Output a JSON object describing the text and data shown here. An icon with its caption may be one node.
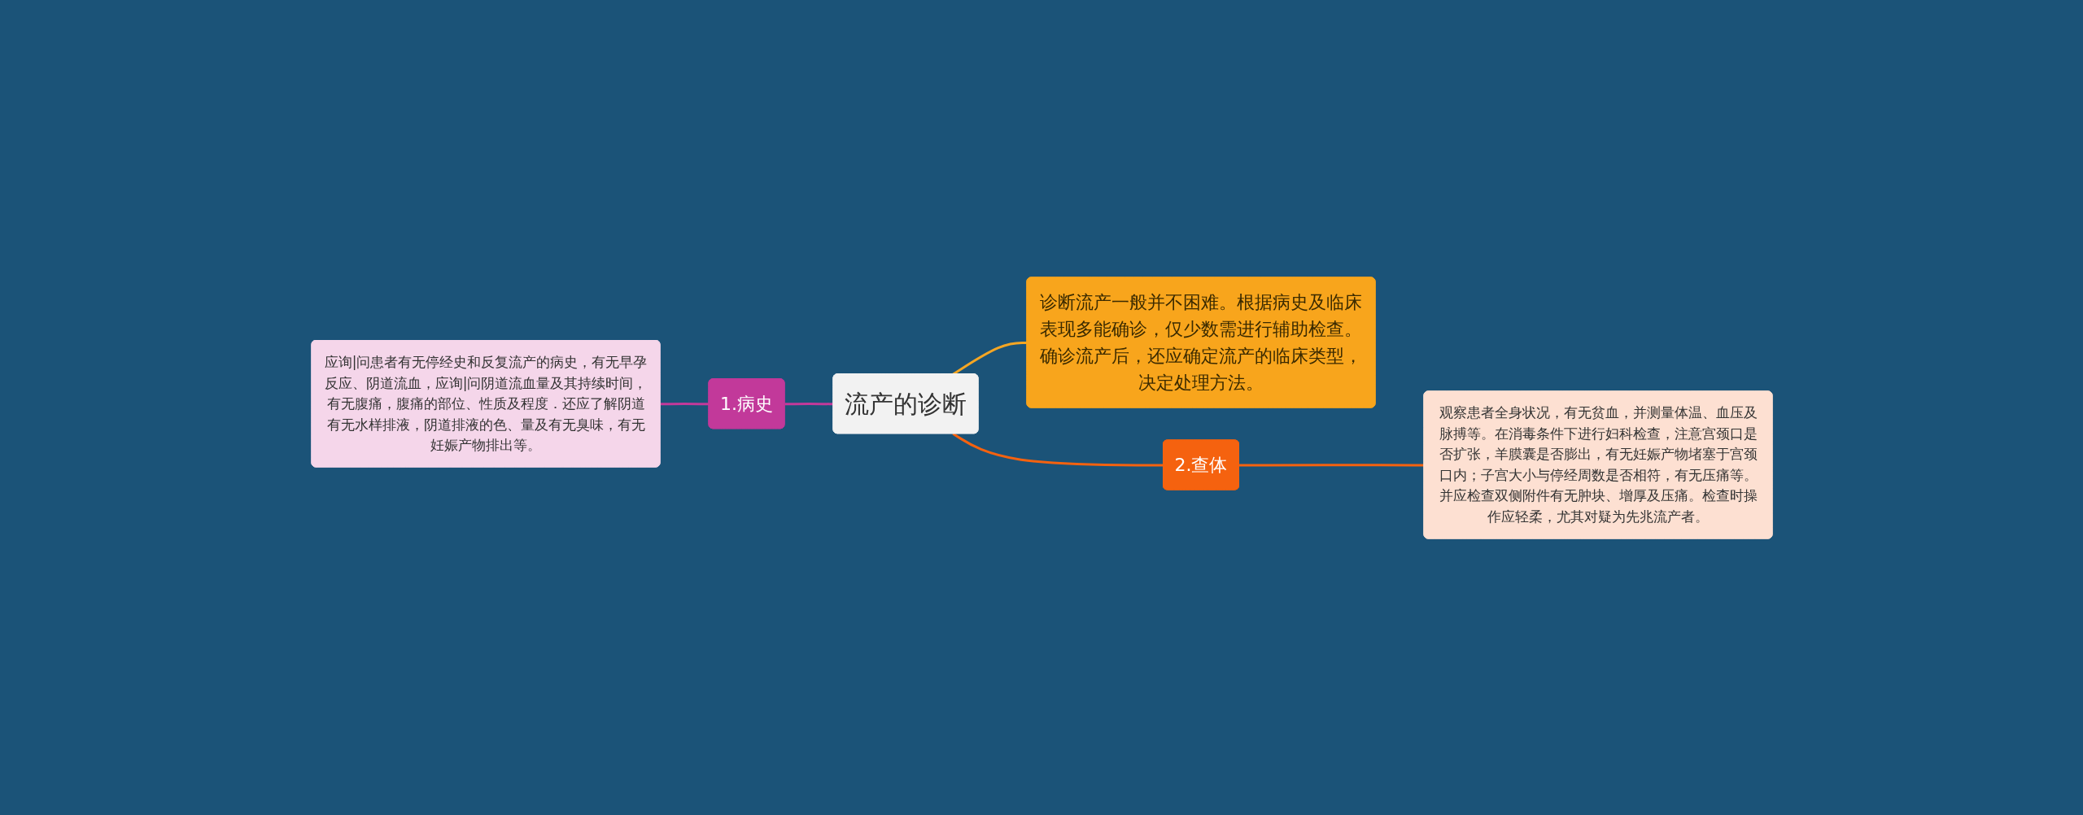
{
  "diagram": {
    "nodes": [
      {
        "text": [
          "流产的诊断"
        ]
      },
      {
        "text": [
          "1.病史"
        ]
      },
      {
        "text": [
          "应询|问患者有无停经史和反复流产的病史，有无早孕反应、阴道流血，应询|问阴道流血量及其持续时间，有无腹痛，腹痛的部位、性质及程度．还应了解阴道有无水样排液，阴道排液的色、量及有无臭味，有无妊娠产物排出等。"
        ]
      },
      {
        "text": [
          "诊断流产一般并不困难。根据病史及临床表现多能确诊，仅少数需进行辅助检查。确诊流产后，还应确定流产的临床类型，决定处理方法。"
        ]
      },
      {
        "text": [
          "2.查体"
        ]
      },
      {
        "text": [
          "观察患者全身状况，有无贫血，并测量体温、血压及脉搏等。在消毒条件下进行妇科检查，注意宫颈口是否扩张，羊膜囊是否膨出，有无妊娠产物堵塞于宫颈口内；子宫大小与停经周数是否相符，有无压痛等。并应检查双侧附件有无肿块、增厚及压痛。检查时操作应轻柔，尤其对疑为先兆流产者。"
        ]
      }
    ],
    "edges": [
      {
        "from": 2,
        "to": 1,
        "arrow": "none",
        "color": "#c2399a"
      },
      {
        "from": 1,
        "to": 0,
        "arrow": "none",
        "color": "#c2399a"
      },
      {
        "from": 0,
        "to": 3,
        "arrow": "none",
        "color": "#f5a623"
      },
      {
        "from": 0,
        "to": 4,
        "arrow": "none",
        "color": "#f5620f"
      },
      {
        "from": 4,
        "to": 5,
        "arrow": "none",
        "color": "#f5620f"
      }
    ]
  }
}
